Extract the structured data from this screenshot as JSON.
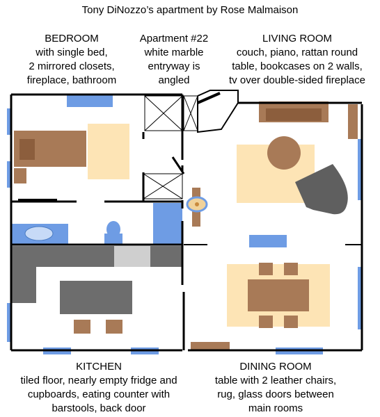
{
  "title": "Tony DiNozzo’s apartment by Rose Malmaison",
  "rooms": {
    "bedroom": {
      "name": "BEDROOM",
      "lines": [
        "with single bed,",
        "2 mirrored closets,",
        "fireplace, bathroom"
      ]
    },
    "entry": {
      "name": "Apartment #22",
      "lines": [
        "white marble",
        "entryway is",
        "angled"
      ]
    },
    "living": {
      "name": "LIVING ROOM",
      "lines": [
        "couch, piano, rattan round",
        "table, bookcases on 2 walls,",
        "tv over double-sided fireplace"
      ]
    },
    "kitchen": {
      "name": "KITCHEN",
      "lines": [
        "tiled floor, nearly empty fridge and",
        "cupboards, eating counter with",
        "barstools, back door"
      ]
    },
    "dining": {
      "name": "DINING ROOM",
      "lines": [
        "table with 2 leather chairs,",
        "rug, glass doors between",
        "main rooms"
      ]
    }
  },
  "colors": {
    "wall": "#000000",
    "furniture_brown": "#a87a57",
    "rug_tan": "#fde4b5",
    "window_blue": "#6e9ce4",
    "counter_gray": "#6d6d6d",
    "fridge_gray": "#cfcfcf",
    "piano_gray": "#5f5f5f"
  },
  "icons": [
    "fish-bowl-icon",
    "toilet-icon",
    "bathtub-icon",
    "piano-icon",
    "closet-icon"
  ]
}
